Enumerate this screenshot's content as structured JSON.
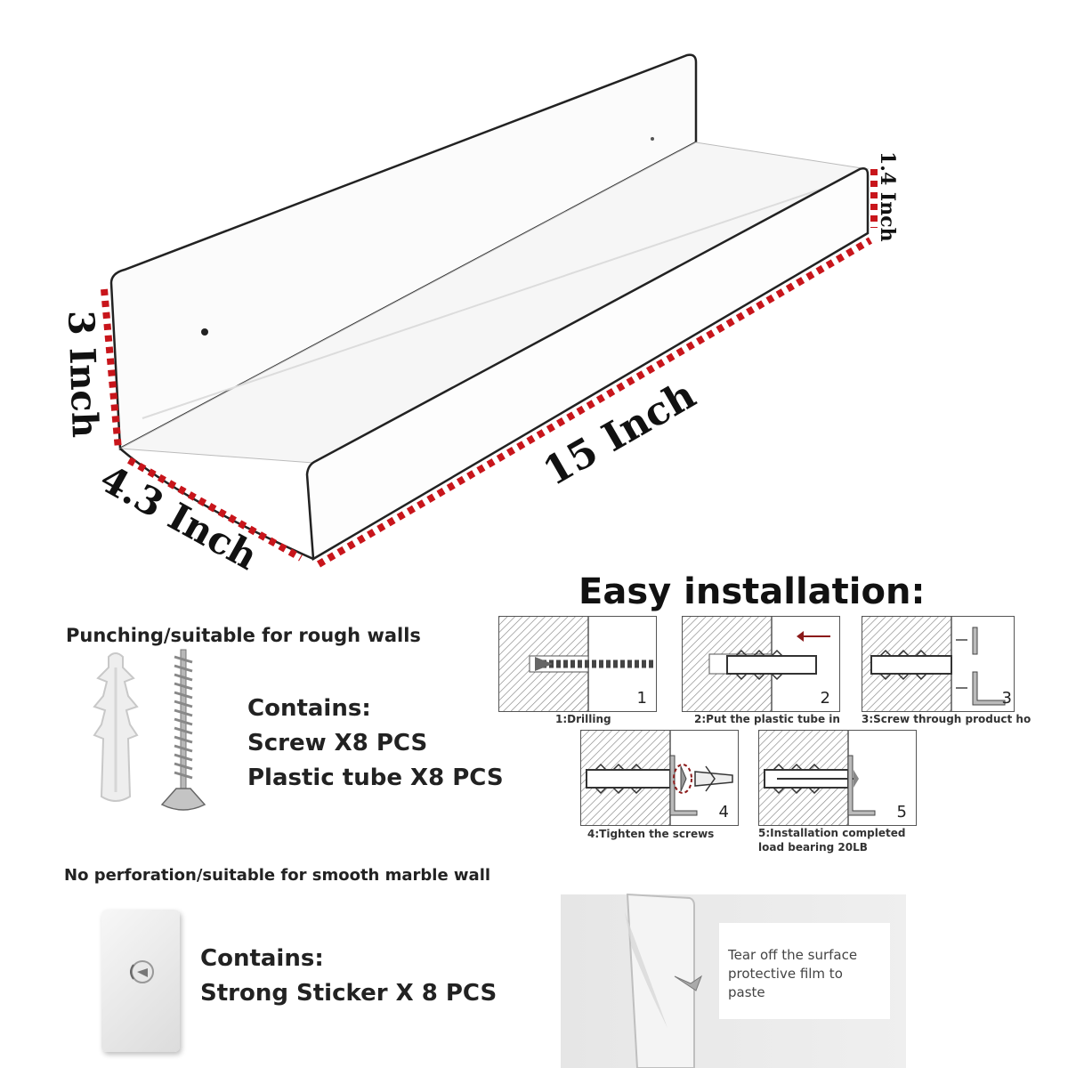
{
  "dimensions": {
    "height": "3 Inch",
    "depth": "4.3 Inch",
    "length": "15 Inch",
    "lip": "1.4 Inch"
  },
  "punching": {
    "title": "Punching/suitable for rough walls",
    "contains_heading": "Contains:",
    "items": [
      "Screw X8 PCS",
      "Plastic tube X8 PCS"
    ]
  },
  "no_perforation": {
    "title": "No perforation/suitable for smooth marble wall",
    "contains_heading": "Contains:",
    "items": [
      "Strong Sticker X 8 PCS"
    ],
    "tip": [
      "Tear off the surface",
      "protective film to paste"
    ]
  },
  "installation": {
    "title": "Easy installation:",
    "steps": [
      {
        "number": "1",
        "label": "1:Drilling"
      },
      {
        "number": "2",
        "label": "2:Put the plastic tube in"
      },
      {
        "number": "3",
        "label": "3:Screw through product ho"
      },
      {
        "number": "4",
        "label": "4:Tighten the screws"
      },
      {
        "number": "5",
        "label": "5:Installation completed",
        "label2": "load bearing 20LB"
      }
    ]
  },
  "colors": {
    "dimension_dots": "#c8151b",
    "text": "#1a1a1a",
    "hatch": "#777777"
  }
}
